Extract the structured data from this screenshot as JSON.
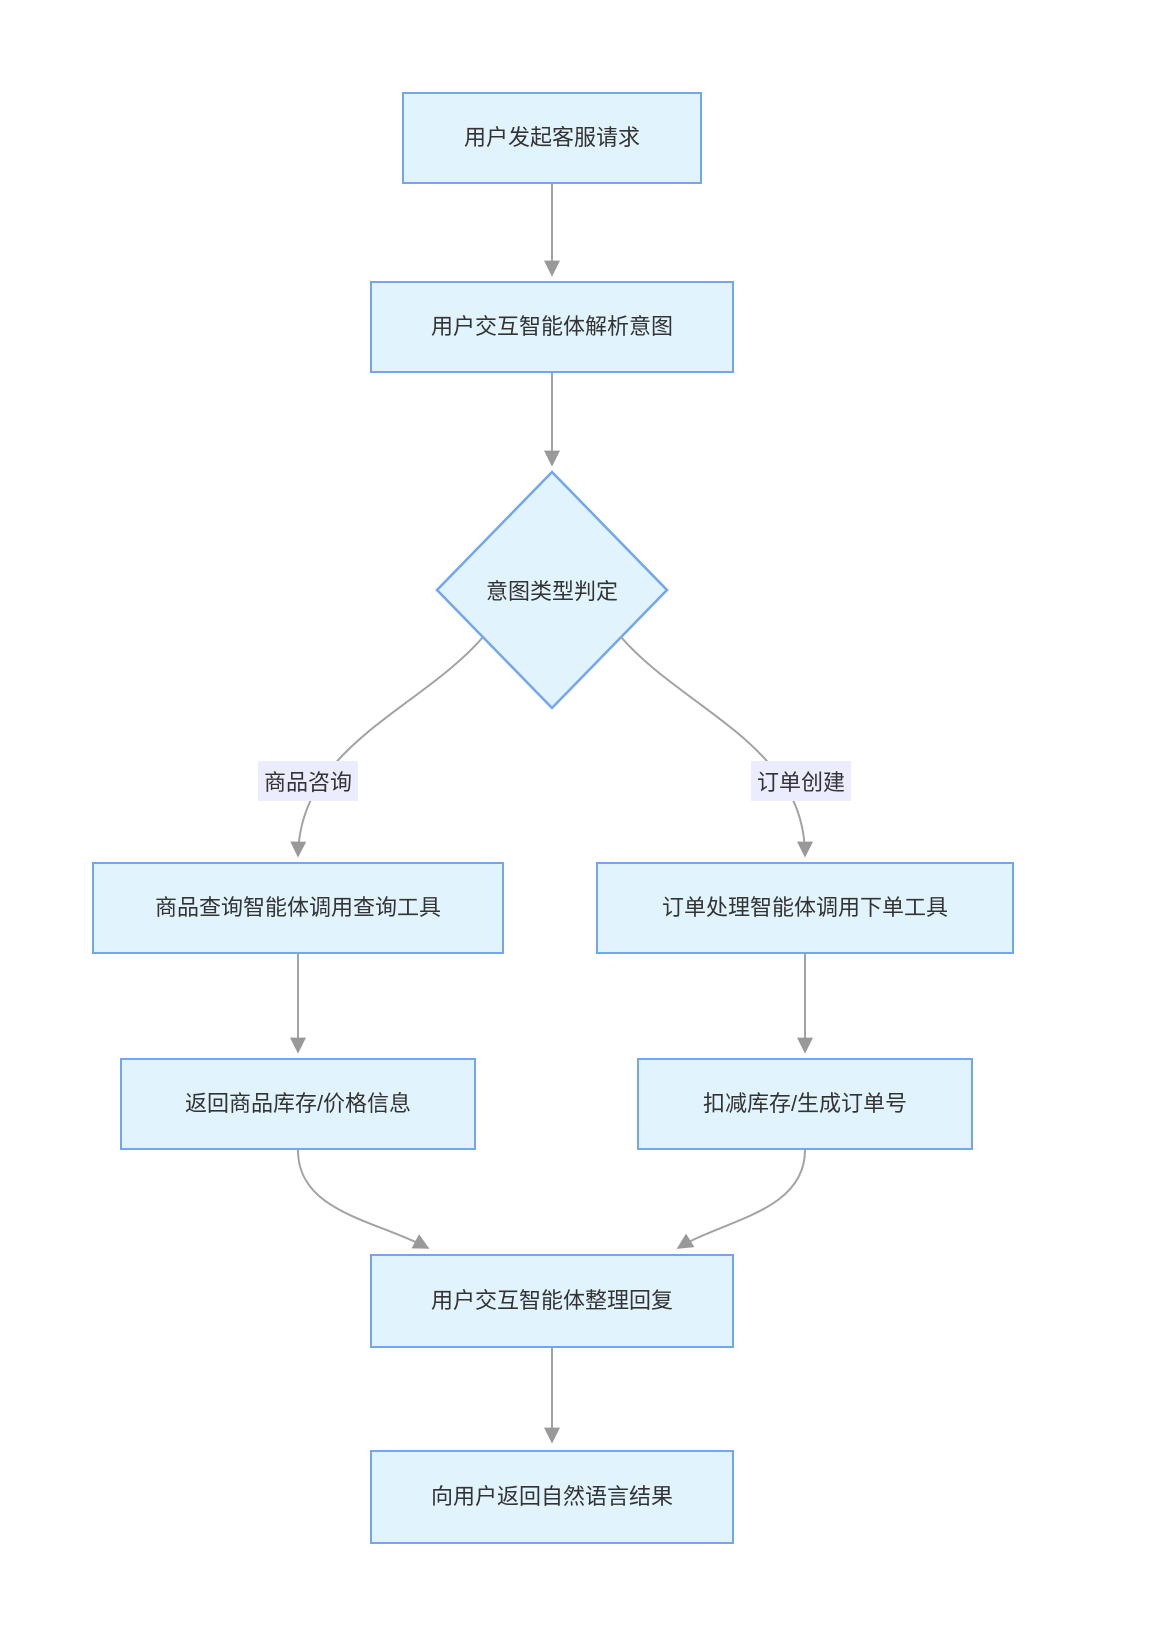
{
  "diagram": {
    "type": "flowchart",
    "direction": "top-down",
    "nodes": {
      "start": {
        "label": "用户发起客服请求",
        "shape": "rect"
      },
      "parse": {
        "label": "用户交互智能体解析意图",
        "shape": "rect"
      },
      "decision": {
        "label": "意图类型判定",
        "shape": "diamond"
      },
      "product_query": {
        "label": "商品查询智能体调用查询工具",
        "shape": "rect"
      },
      "order_process": {
        "label": "订单处理智能体调用下单工具",
        "shape": "rect"
      },
      "product_result": {
        "label": "返回商品库存/价格信息",
        "shape": "rect"
      },
      "order_result": {
        "label": "扣减库存/生成订单号",
        "shape": "rect"
      },
      "compose": {
        "label": "用户交互智能体整理回复",
        "shape": "rect"
      },
      "final": {
        "label": "向用户返回自然语言结果",
        "shape": "rect"
      }
    },
    "edge_labels": {
      "product_inquiry": "商品咨询",
      "order_creation": "订单创建"
    },
    "edges": [
      {
        "from": "start",
        "to": "parse",
        "label": ""
      },
      {
        "from": "parse",
        "to": "decision",
        "label": ""
      },
      {
        "from": "decision",
        "to": "product_query",
        "label": "商品咨询"
      },
      {
        "from": "decision",
        "to": "order_process",
        "label": "订单创建"
      },
      {
        "from": "product_query",
        "to": "product_result",
        "label": ""
      },
      {
        "from": "order_process",
        "to": "order_result",
        "label": ""
      },
      {
        "from": "product_result",
        "to": "compose",
        "label": ""
      },
      {
        "from": "order_result",
        "to": "compose",
        "label": ""
      },
      {
        "from": "compose",
        "to": "final",
        "label": ""
      }
    ],
    "colors": {
      "node_fill": "#e1f3fd",
      "node_border": "#72a6f0",
      "edge_stroke": "#a3a3a3",
      "arrowhead": "#999999",
      "edge_label_bg": "#ececff",
      "text": "#333333",
      "background": "#ffffff"
    }
  }
}
